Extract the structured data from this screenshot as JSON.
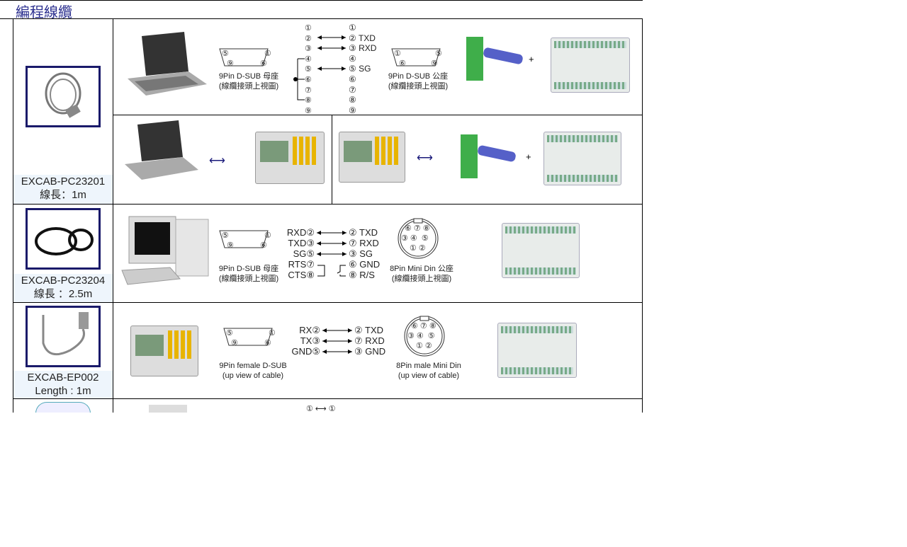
{
  "title": "編程線纜",
  "cables": [
    {
      "model": "EXCAB-PC23201",
      "length": "線長：1m"
    },
    {
      "model": "EXCAB-PC23204",
      "length": "線長 ：2.5m"
    },
    {
      "model": "EXCAB-EP002",
      "length": "Length : 1m"
    }
  ],
  "row1": {
    "female_label": "9Pin D-SUB 母座",
    "female_sub": "(線纜接頭上視圖)",
    "male_label": "9Pin D-SUB 公座",
    "male_sub": "(線纜接頭上視圖)",
    "left_pins": "①\n②\n③\n④\n⑤\n⑥\n⑦\n⑧\n⑨",
    "right_pins": "①\n② TXD\n③ RXD\n④\n⑤ SG\n⑥\n⑦\n⑧\n⑨",
    "plus": "+"
  },
  "row2": {
    "left_signals": "RXD②\nTXD③\nSG⑤\nRTS⑦\nCTS⑧",
    "right_signals": "② TXD\n⑦ RXD\n③ SG\n⑥ GND\n⑧ R/S",
    "dsub_label": "9Pin D-SUB 母座",
    "dsub_sub": "(線纜接頭上視圖)",
    "din_label": "8Pin Mini Din 公座",
    "din_sub": "(線纜接頭上視圖)"
  },
  "row3": {
    "left_signals": "RX②\nTX③\nGND⑤",
    "right_signals": "② TXD\n⑦ RXD\n③ GND",
    "dsub_label": "9Pin female D-SUB",
    "dsub_sub": "(up view of cable)",
    "din_label": "8Pin male Mini Din",
    "din_sub": "(up view of cable)"
  },
  "row4": {
    "pins": "① ⟷ ①"
  },
  "dsub_female_pins": {
    "a": "⑤",
    "b": "①",
    "c": "⑨",
    "d": "⑥"
  },
  "dsub_male_pins": {
    "a": "①",
    "b": "⑤",
    "c": "⑥",
    "d": "⑨"
  },
  "din_pins": {
    "top": "⑥ ⑦ ⑧",
    "mid": "③ ④  ⑤",
    "bot": "① ②"
  },
  "arrow": "⟷"
}
